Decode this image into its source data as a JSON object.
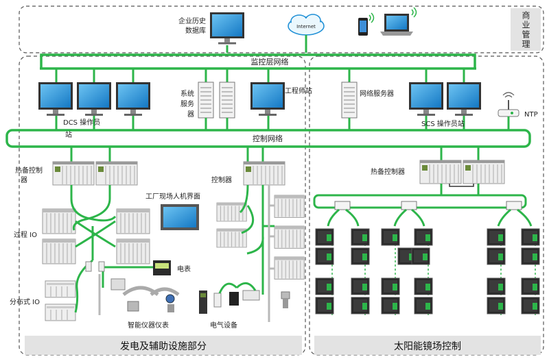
{
  "business": {
    "vertical_label": "商业管理",
    "history_db_label": "企业历史\n数据库",
    "internet_label": "Internet"
  },
  "networks": {
    "supervisory": "监控层网络",
    "control": "控制网络"
  },
  "left": {
    "dcs_station": "DCS 操作员\n站",
    "system_server": "系统\n服务\n器",
    "eng_station": "工程师站",
    "hotstandby": "热备控制\n器",
    "controller": "控制器",
    "hmi": "工厂现场人机界面",
    "process_io": "过程 IO",
    "meter": "电表",
    "distributed_io": "分布式 IO",
    "smart_instruments": "智能仪器仪表",
    "electrical": "电气设备",
    "bottom_title": "发电及辅助设施部分"
  },
  "right": {
    "network_server": "网络服务器",
    "ntp": "NTP",
    "scs_station": "SCS 操作员站",
    "hotstandby": "热备控制器",
    "bottom_title": "太阳能镜场控制"
  },
  "colors": {
    "network_green": "#2db54a",
    "monitor_blue": "#1e8fd6",
    "frame_dash": "#555555",
    "bar_gray": "#e3e3e3"
  }
}
